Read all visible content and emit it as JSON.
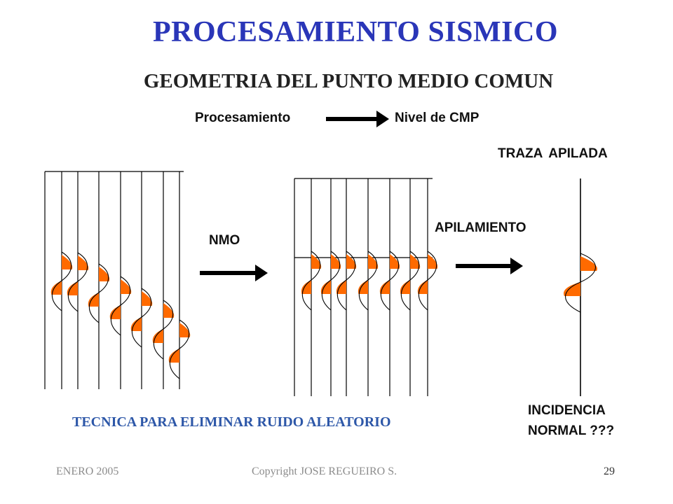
{
  "slide": {
    "title": "PROCESAMIENTO SISMICO",
    "subtitle": "GEOMETRIA DEL PUNTO MEDIO COMUN",
    "flow": {
      "from": "Procesamiento",
      "to": "Nivel de CMP"
    },
    "stacked_trace_label": "TRAZA APILADA",
    "nmo_label": "NMO",
    "stacking_label": "APILAMIENTO",
    "normal_incidence_label": [
      "INCIDENCIA",
      "NORMAL ???"
    ],
    "technique_caption": "TECNICA PARA ELIMINAR RUIDO ALEATORIO"
  },
  "footer": {
    "date": "ENERO 2005",
    "copyright": "Copyright JOSE REGUEIRO S.",
    "page": "29"
  },
  "colors": {
    "title": "#2a36b8",
    "caption": "#2d57a8",
    "wavelet_fill": "#ff6a00",
    "line": "#000000"
  }
}
